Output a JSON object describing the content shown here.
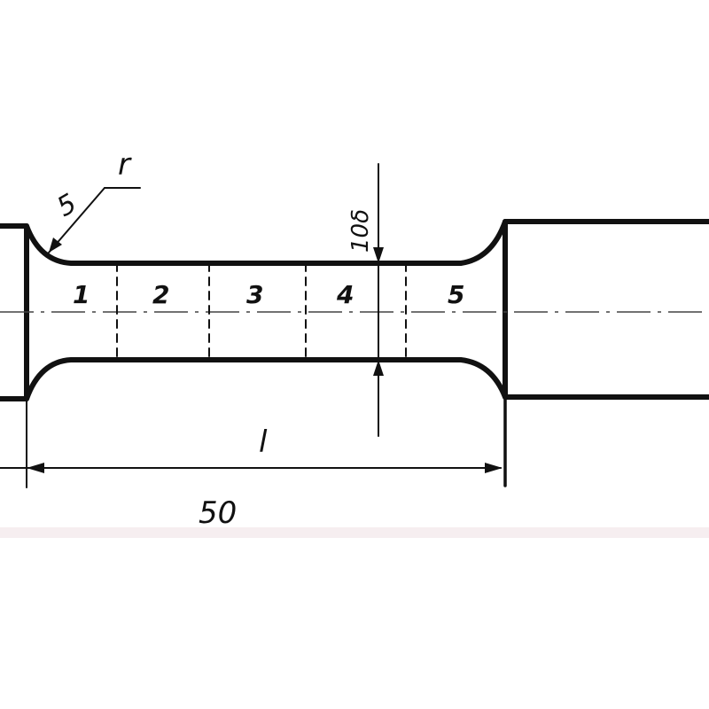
{
  "drawing": {
    "radius_label": "r",
    "angle_label": "5",
    "rotated_label": "10δ",
    "length_label": "l",
    "dimension_label": "50",
    "section_labels": [
      "1",
      "2",
      "3",
      "4",
      "5"
    ]
  }
}
